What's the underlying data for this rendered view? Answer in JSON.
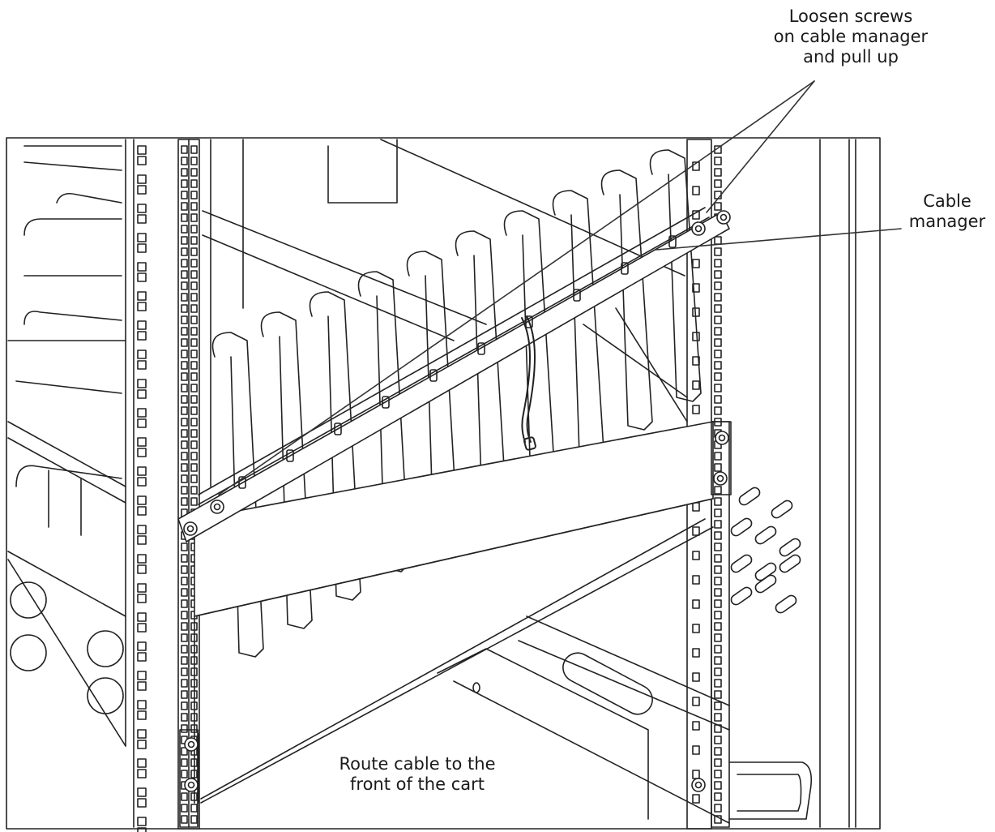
{
  "callouts": {
    "screws": "Loosen screws\non cable manager\nand pull up",
    "manager": "Cable\nmanager",
    "route": "Route cable to the\nfront of the cart"
  },
  "colors": {
    "line": "#1a1a1a",
    "background": "#ffffff"
  }
}
